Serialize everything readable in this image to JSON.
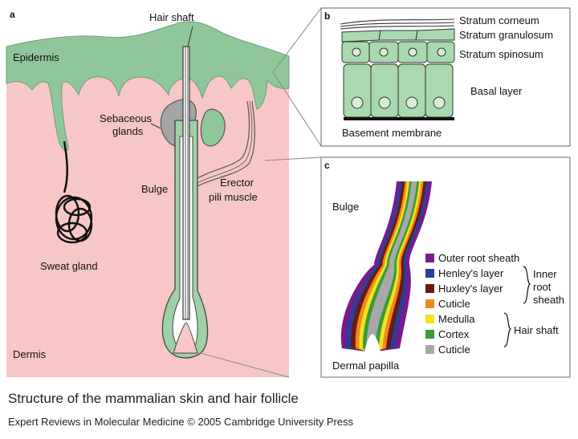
{
  "panel_a": {
    "letter": "a",
    "hair_shaft": "Hair shaft",
    "epidermis": "Epidermis",
    "sebaceous_1": "Sebaceous",
    "sebaceous_2": "glands",
    "bulge": "Bulge",
    "erector_1": "Erector",
    "erector_2": "pili muscle",
    "sweat_gland": "Sweat gland",
    "dermis": "Dermis"
  },
  "panel_b": {
    "letter": "b",
    "stratum_corneum": "Stratum corneum",
    "stratum_granulosum": "Stratum granulosum",
    "stratum_spinosum": "Stratum spinosum",
    "basal_layer": "Basal layer",
    "basement_membrane": "Basement membrane"
  },
  "panel_c": {
    "letter": "c",
    "bulge": "Bulge",
    "dermal_papilla": "Dermal papilla",
    "legend": [
      {
        "label": "Outer root sheath",
        "color": "#7a1a8c"
      },
      {
        "label": "Henley's layer",
        "color": "#2a3f9a"
      },
      {
        "label": "Huxley's layer",
        "color": "#6b1a12"
      },
      {
        "label": "Cuticle",
        "color": "#f08a1c"
      },
      {
        "label": "Medulla",
        "color": "#f4e21a"
      },
      {
        "label": "Cortex",
        "color": "#3a9a3a"
      },
      {
        "label": "Cuticle",
        "color": "#a8a8a8"
      }
    ],
    "group_inner_1": "Inner",
    "group_inner_2": "root",
    "group_inner_3": "sheath",
    "group_hair": "Hair shaft"
  },
  "colors": {
    "epidermis_green": "#8fc79a",
    "dermis_pink": "#f7c6c6",
    "cell_green": "#a9d9ae"
  },
  "caption": "Structure of the mammalian skin and hair follicle",
  "credit": "Expert Reviews in Molecular Medicine © 2005 Cambridge University Press"
}
